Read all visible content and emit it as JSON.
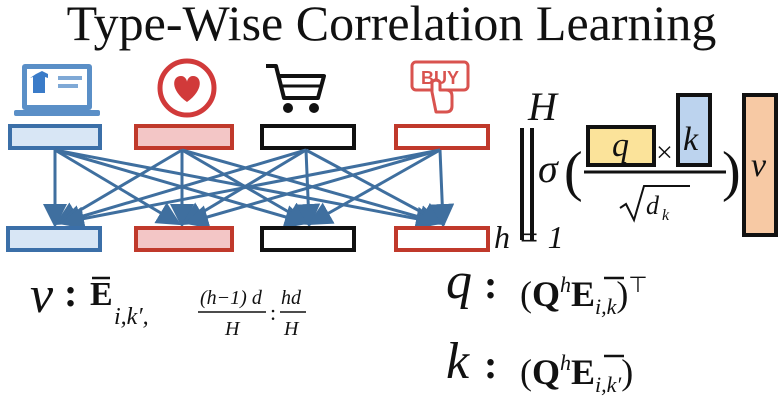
{
  "title": "Type-Wise Correlation Learning",
  "icons": [
    "laptop-shop-icon",
    "heart-icon",
    "cart-icon",
    "buy-button-icon"
  ],
  "colors": {
    "blue": "#3b6fa8",
    "blue_fill": "#d8e6f5",
    "red": "#c0392b",
    "red_fill": "#f3c6c6",
    "black": "#111111",
    "q_fill": "#fbe39a",
    "k_fill": "#bcd3ee",
    "v_fill": "#f7c9a4",
    "arrow": "#3f6f9f"
  },
  "formula": {
    "concat_top": "H",
    "concat_bottom": "h = 1",
    "sigma": "σ",
    "q": "q",
    "k": "k",
    "v": "v",
    "times": "×",
    "sqrt_sub": "d",
    "sqrt_subscript": "k"
  },
  "legend": {
    "v_symbol": "v",
    "k_symbol": "k",
    "q_symbol": "q"
  }
}
